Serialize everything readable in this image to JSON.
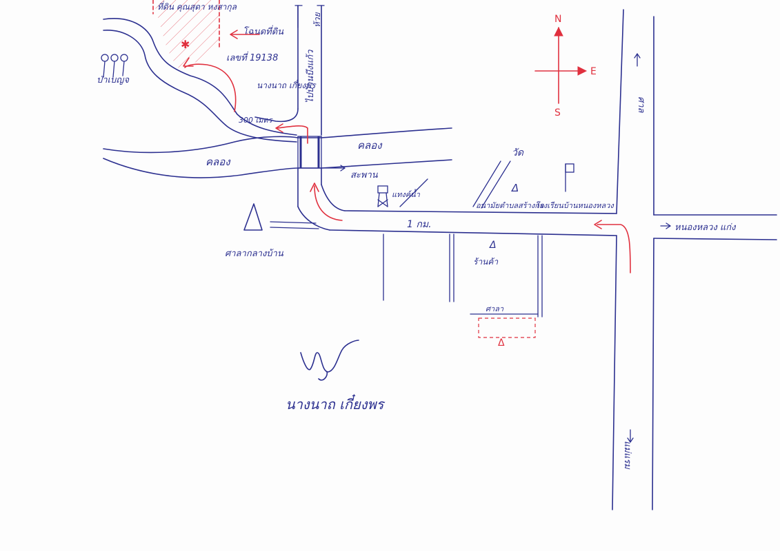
{
  "colors": {
    "ink": "#2b2f8f",
    "red": "#e0303e",
    "paper": "#fdfdfd"
  },
  "labels": {
    "plot_owner": "ที่ดิน คุณสุดา หงสากุล",
    "title_deed": "โฉนดที่ดิน",
    "deed_number": "เลขที่ 19138",
    "owner_name_map": "นางนาถ เกี๋ยงพร",
    "road_north": "ไปบ้านบึงแก้ว",
    "distance_300m": "300 เมตร",
    "canal": "คลอง",
    "canal_left": "คลอง",
    "bridge": "สะพาน",
    "water_tower": "แทงค์น้ำ",
    "temple": "วัด",
    "school": "โรงเรียนบ้านหนองหลวง",
    "health_center": "อนามัยตำบลสร้างก่อ",
    "distance_1km": "1 กม.",
    "village_hall": "ศาลากลางบ้าน",
    "shop": "ร้านค้า",
    "shrine": "ศาลา",
    "road_east": "หนองหลวง แก่ง",
    "road_top_right": "ศาล",
    "road_bottom_right": "แม่แรม",
    "left_trees": "ป่าเบญจ",
    "top_narrow": "ห้วย"
  },
  "compass": {
    "north": "N",
    "east": "E",
    "south": "S"
  },
  "signature": {
    "scribble": "ปณฑ์",
    "name": "นางนาถ เกี๋ยงพร"
  }
}
